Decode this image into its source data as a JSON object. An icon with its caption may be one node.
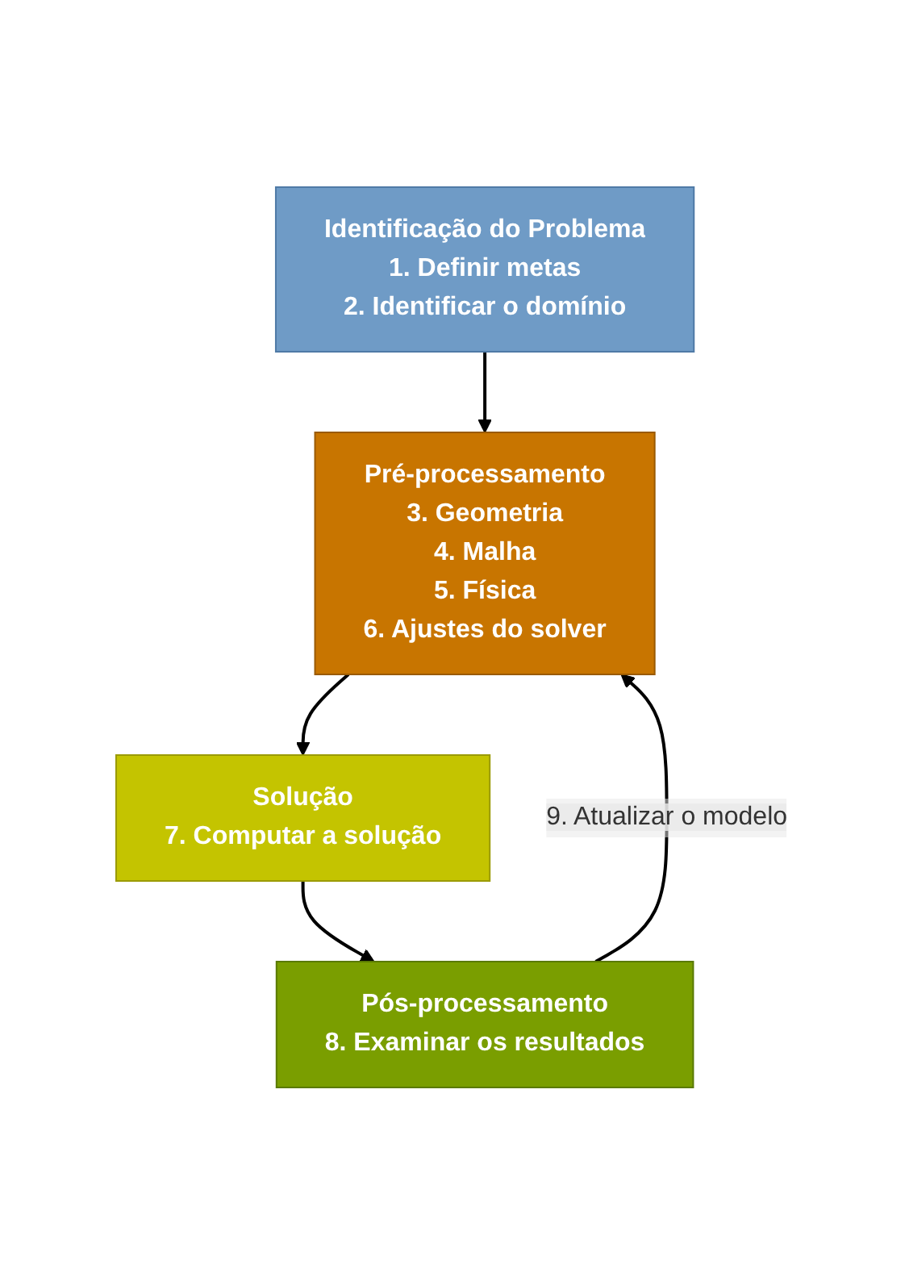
{
  "diagram": {
    "nodes": [
      {
        "text": [
          "Identificação do Problema",
          "1. Definir metas",
          "2. Identificar o domínio"
        ]
      },
      {
        "text": [
          "Pré-processamento",
          "3. Geometria",
          "4. Malha",
          "5. Física",
          "6. Ajustes do solver"
        ]
      },
      {
        "text": [
          "Solução",
          "7. Computar a solução"
        ]
      },
      {
        "text": [
          "Pós-processamento",
          "8. Examinar os resultados"
        ]
      }
    ],
    "edges": [
      {
        "from": 0,
        "to": 1,
        "arrow": "to"
      },
      {
        "from": 1,
        "to": 2,
        "arrow": "to"
      },
      {
        "from": 2,
        "to": 3,
        "arrow": "to"
      },
      {
        "from": 3,
        "to": 1,
        "arrow": "to",
        "label": "9. Atualizar o modelo"
      }
    ]
  }
}
